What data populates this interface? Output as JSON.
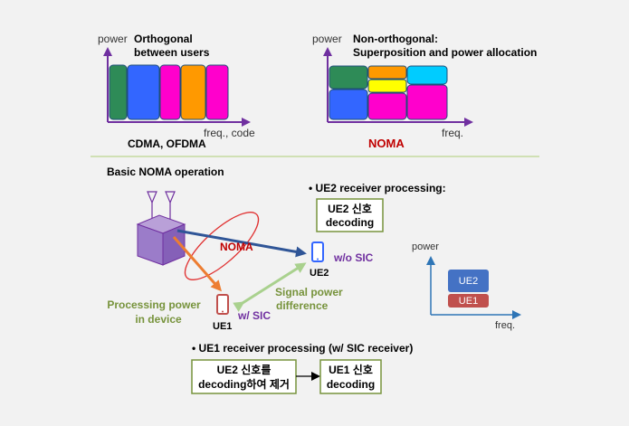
{
  "top_left": {
    "axis_y": "power",
    "title_line1": "Orthogonal",
    "title_line2": "between users",
    "axis_x": "freq., code",
    "caption": "CDMA, OFDMA"
  },
  "top_right": {
    "axis_y": "power",
    "title_line1": "Non-orthogonal:",
    "title_line2": "Superposition and power allocation",
    "axis_x": "freq.",
    "caption": "NOMA"
  },
  "bottom": {
    "section_title": "Basic NOMA operation",
    "ue2_rx_title": "• UE2 receiver processing:",
    "ue2_box_line1": "UE2 신호",
    "ue2_box_line2": "decoding",
    "noma_label": "NOMA",
    "ue2_label": "UE2",
    "wo_sic": "w/o SIC",
    "ue1_label": "UE1",
    "w_sic": "w/ SIC",
    "proc_power_line1": "Processing power",
    "proc_power_line2": "in device",
    "sig_diff_line1": "Signal power",
    "sig_diff_line2": "difference",
    "ue1_rx_title": "• UE1 receiver processing (w/ SIC receiver)",
    "ue1_box1_line1": "UE2 신호를",
    "ue1_box1_line2": "decoding하여 제거",
    "ue1_box2_line1": "UE1 신호",
    "ue1_box2_line2": "decoding",
    "small_axis_y": "power",
    "small_axis_x": "freq.",
    "bar_ue2": "UE2",
    "bar_ue1": "UE1"
  },
  "colors": {
    "axis": "#7030a0",
    "ue_blue": "#4472c4",
    "ue_red": "#c0504d",
    "green_text": "#77933c",
    "purple_text": "#7030a0",
    "noma_red": "#c00000",
    "arrow_orange": "#ed7d31",
    "arrow_blue": "#2f5597",
    "arrow_green": "#a9d18e"
  }
}
